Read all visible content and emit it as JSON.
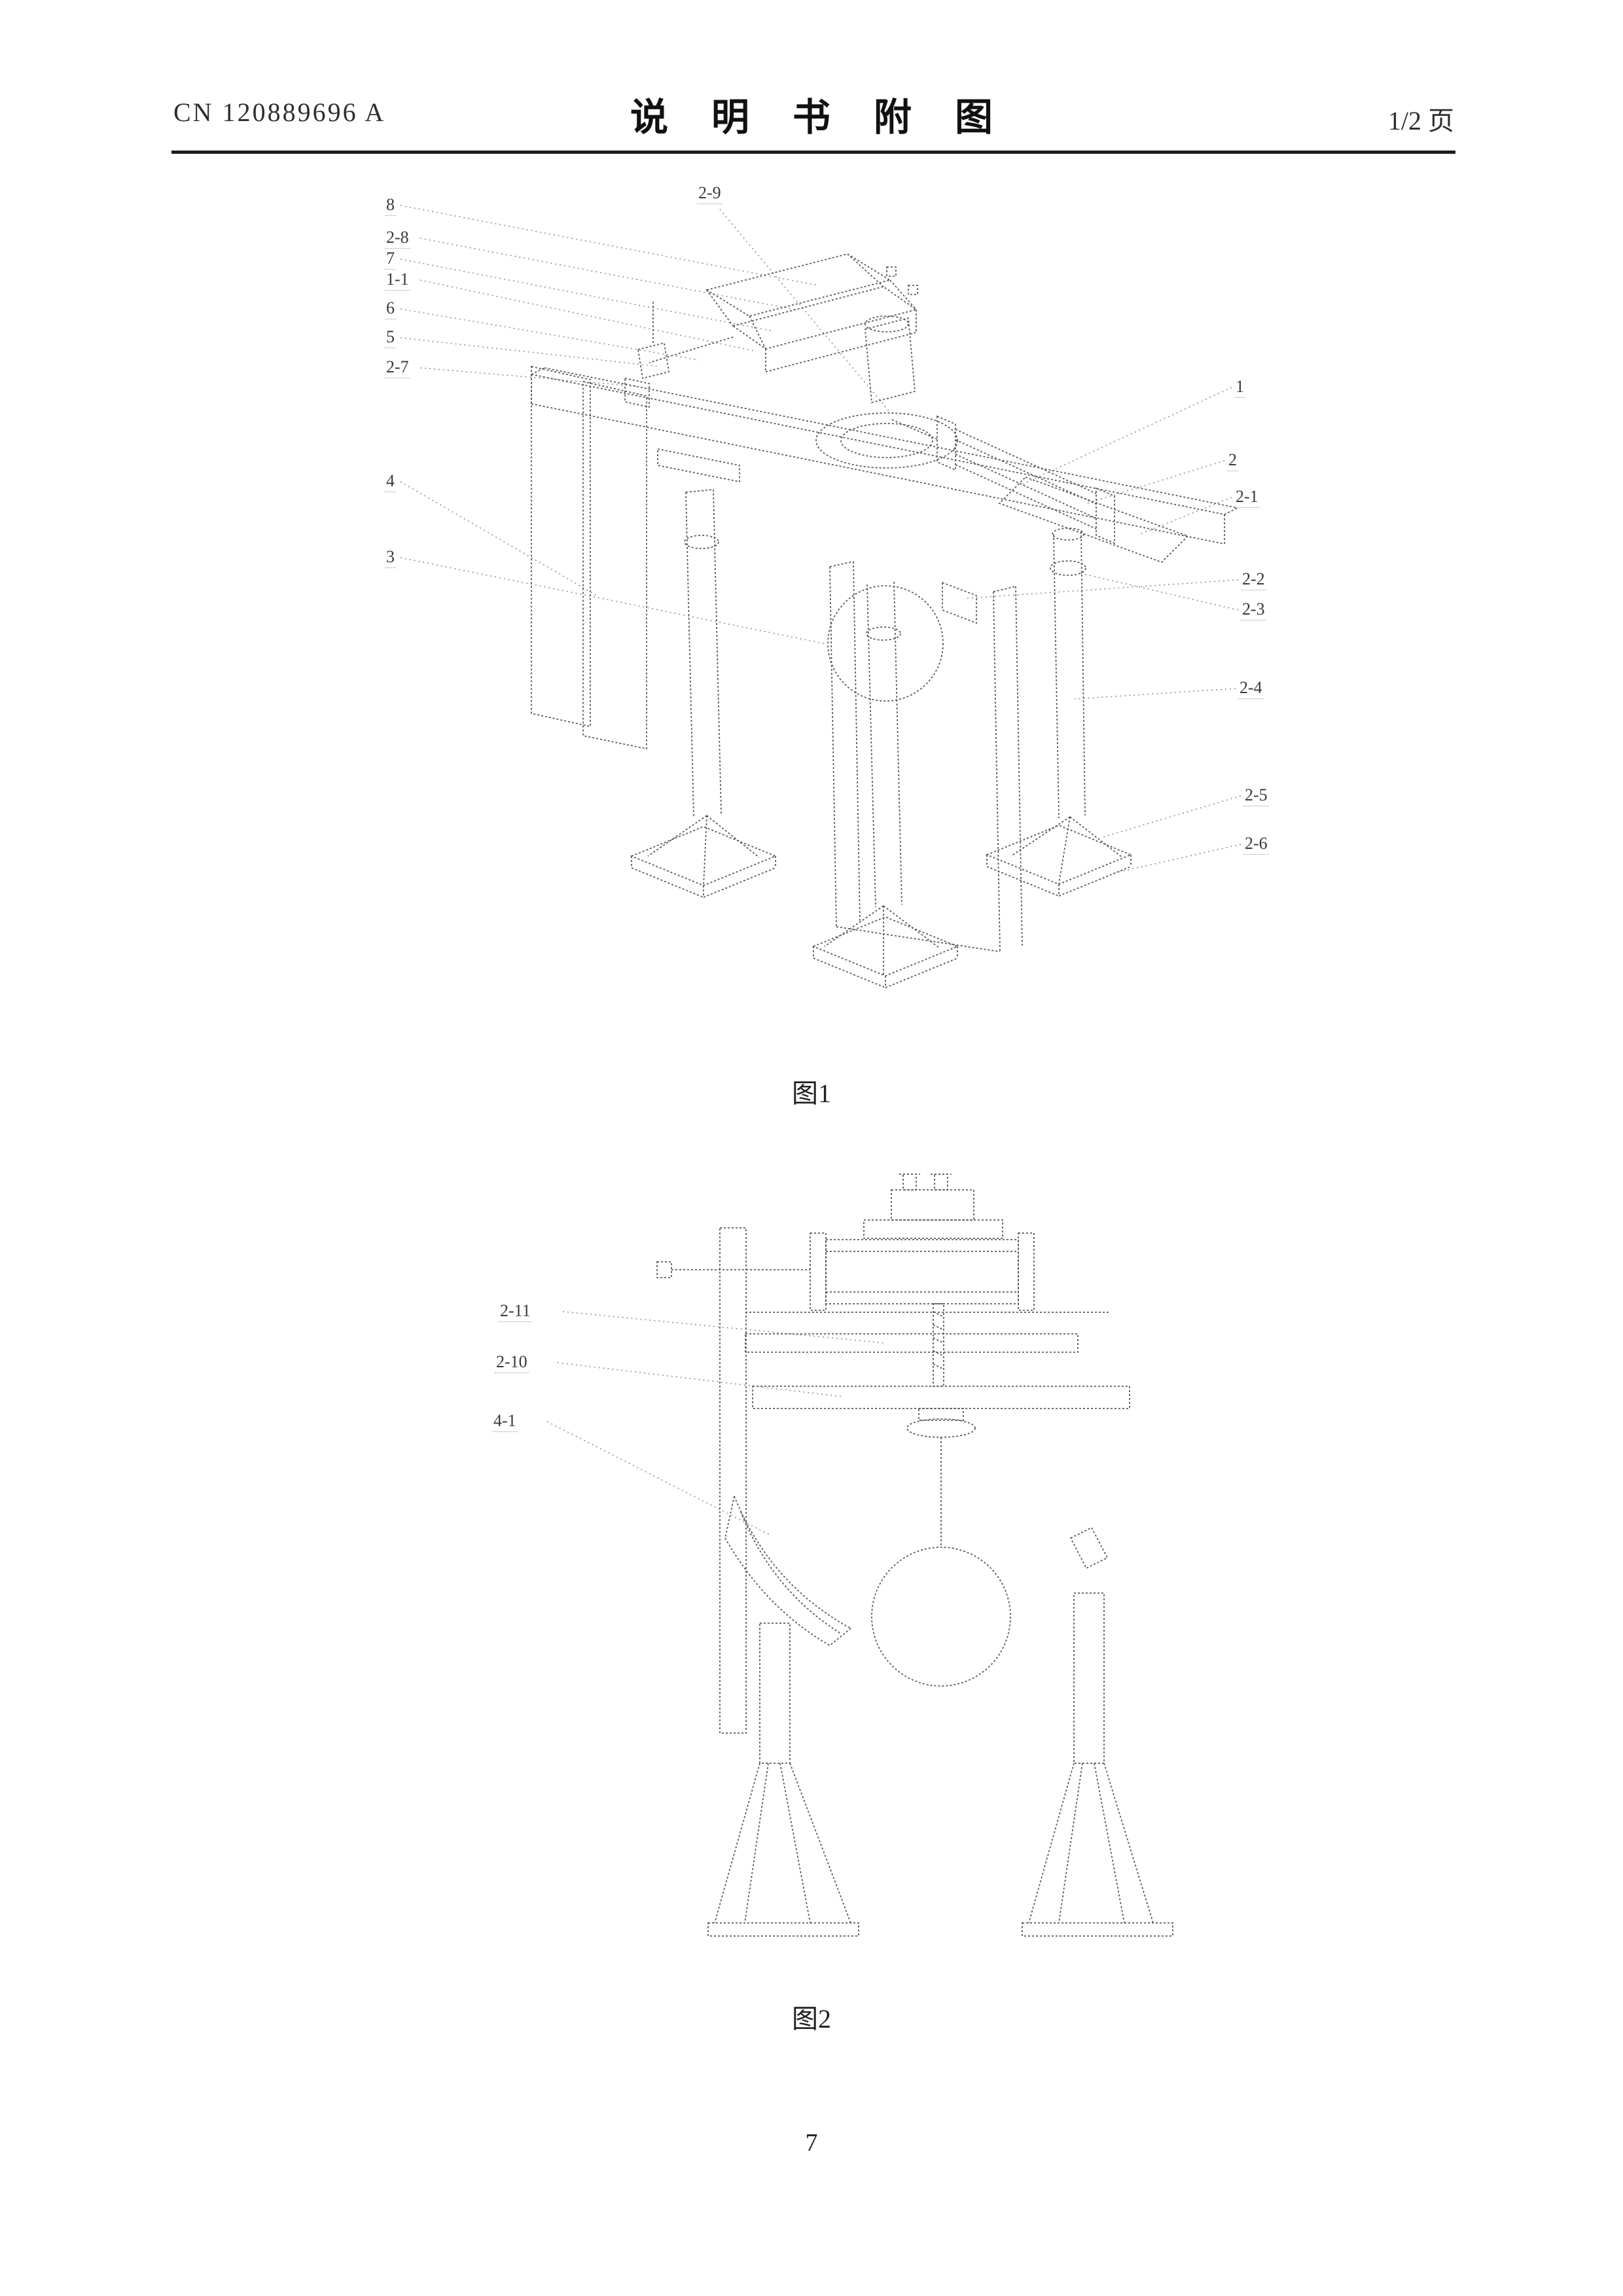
{
  "header": {
    "patent_number": "CN 120889696 A",
    "title": "说明书附图",
    "page_indicator": "1/2 页"
  },
  "figures": {
    "figure1": {
      "caption": "图1",
      "callouts": [
        "8",
        "2-8",
        "7",
        "1-1",
        "6",
        "5",
        "2-7",
        "4",
        "3",
        "2-9",
        "1",
        "2",
        "2-1",
        "2-2",
        "2-3",
        "2-4",
        "2-5",
        "2-6"
      ]
    },
    "figure2": {
      "caption": "图2",
      "callouts": [
        "2-11",
        "2-10",
        "4-1"
      ]
    }
  },
  "footer": {
    "page_number": "7"
  },
  "colors": {
    "ink": "#5c5c5c",
    "leader": "#8f8f8f",
    "text": "#222222"
  }
}
